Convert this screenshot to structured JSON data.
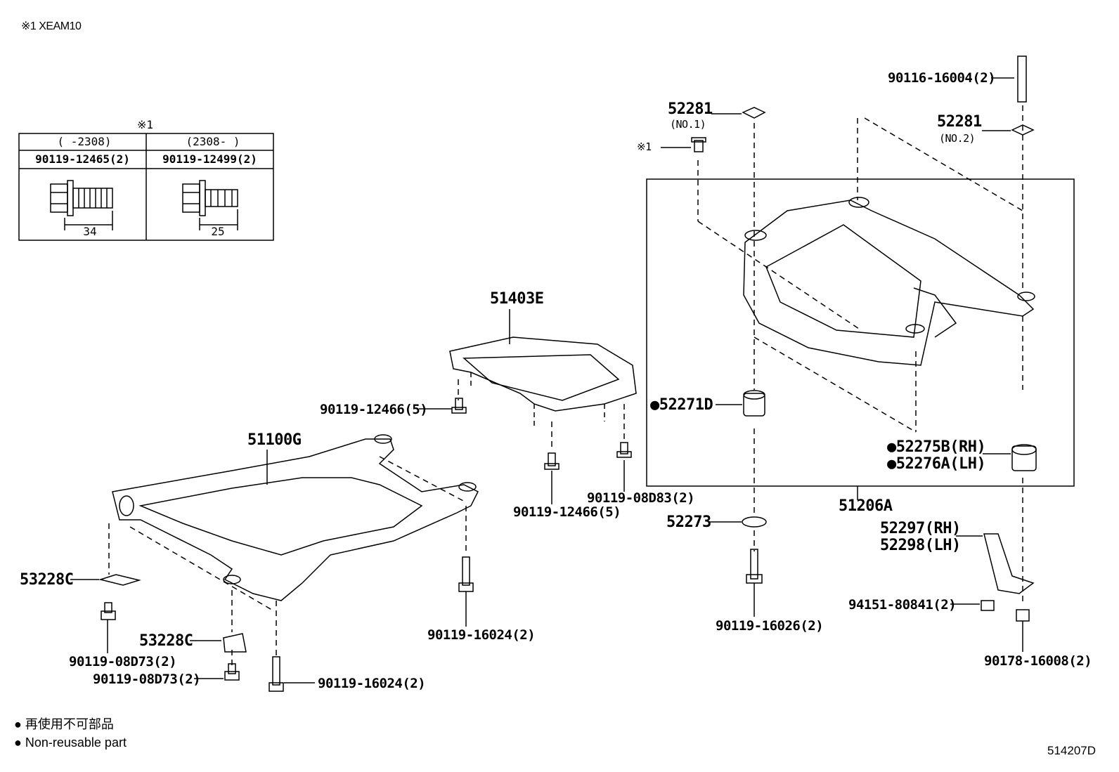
{
  "header_note": "※1 XEAM10",
  "table": {
    "ref_mark": "※1",
    "col1_header": "(     -2308)",
    "col2_header": "(2308-      )",
    "col1_part": "90119-12465(2)",
    "col2_part": "90119-12499(2)",
    "col1_length": "34",
    "col2_length": "25"
  },
  "callouts": {
    "p90116": "90116-16004(2)",
    "p52281_a": "52281",
    "p52281_a_sub": "(NO.1)",
    "p52281_b": "52281",
    "p52281_b_sub": "(NO.2)",
    "note_mark": "※1",
    "p51403E": "51403E",
    "p51100G": "51100G",
    "p90119_12466_a": "90119-12466(5)",
    "p90119_12466_b": "90119-12466(5)",
    "p90119_08D83": "90119-08D83(2)",
    "p52271D": "●52271D",
    "p52275B": "●52275B(RH)",
    "p52276A": "●52276A(LH)",
    "p51206A": "51206A",
    "p52273": "52273",
    "p52297": "52297(RH)",
    "p52298": "52298(LH)",
    "p53228C_a": "53228C",
    "p53228C_b": "53228C",
    "p90119_16024_a": "90119-16024(2)",
    "p90119_16024_b": "90119-16024(2)",
    "p90119_16026": "90119-16026(2)",
    "p94151": "94151-80841(2)",
    "p90178": "90178-16008(2)",
    "p90119_08D73_a": "90119-08D73(2)",
    "p90119_08D73_b": "90119-08D73(2)"
  },
  "legend": {
    "jp": "● 再使用不可部品",
    "en": "● Non-reusable part"
  },
  "figure_id": "514207D"
}
